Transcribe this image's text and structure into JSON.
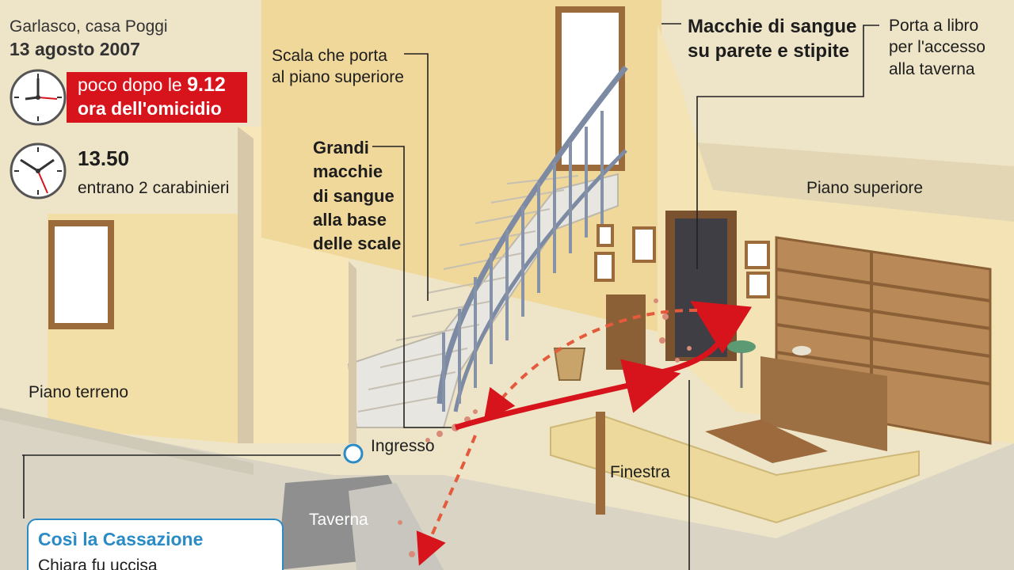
{
  "header": {
    "place": "Garlasco, casa Poggi",
    "date": "13 agosto 2007"
  },
  "timeline": [
    {
      "prefix": "poco dopo le ",
      "time": "9.12",
      "caption": "ora dell'omicidio",
      "highlight_color": "#d7141c"
    },
    {
      "time": "13.50",
      "caption": "entrano 2 carabinieri"
    }
  ],
  "labels": {
    "stairs": "Scala che porta\nal piano superiore",
    "blood_stairs": "Grandi\nmacchie\ndi sangue\nalla base\ndelle scale",
    "blood_wall": "Macchie di sangue\nsu parete e stipite",
    "book_door": "Porta a libro\nper l'accesso\nalla taverna",
    "upper_floor": "Piano superiore",
    "ground_floor": "Piano terreno",
    "entrance": "Ingresso",
    "window": "Finestra",
    "tavern": "Taverna"
  },
  "info_box": {
    "title": "Così la Cassazione",
    "text": "Chiara fu uccisa"
  },
  "colors": {
    "accent_red": "#d7141c",
    "info_blue": "#2a8bc6",
    "wall": "#f3e3b5",
    "wood": "#a8774a"
  }
}
